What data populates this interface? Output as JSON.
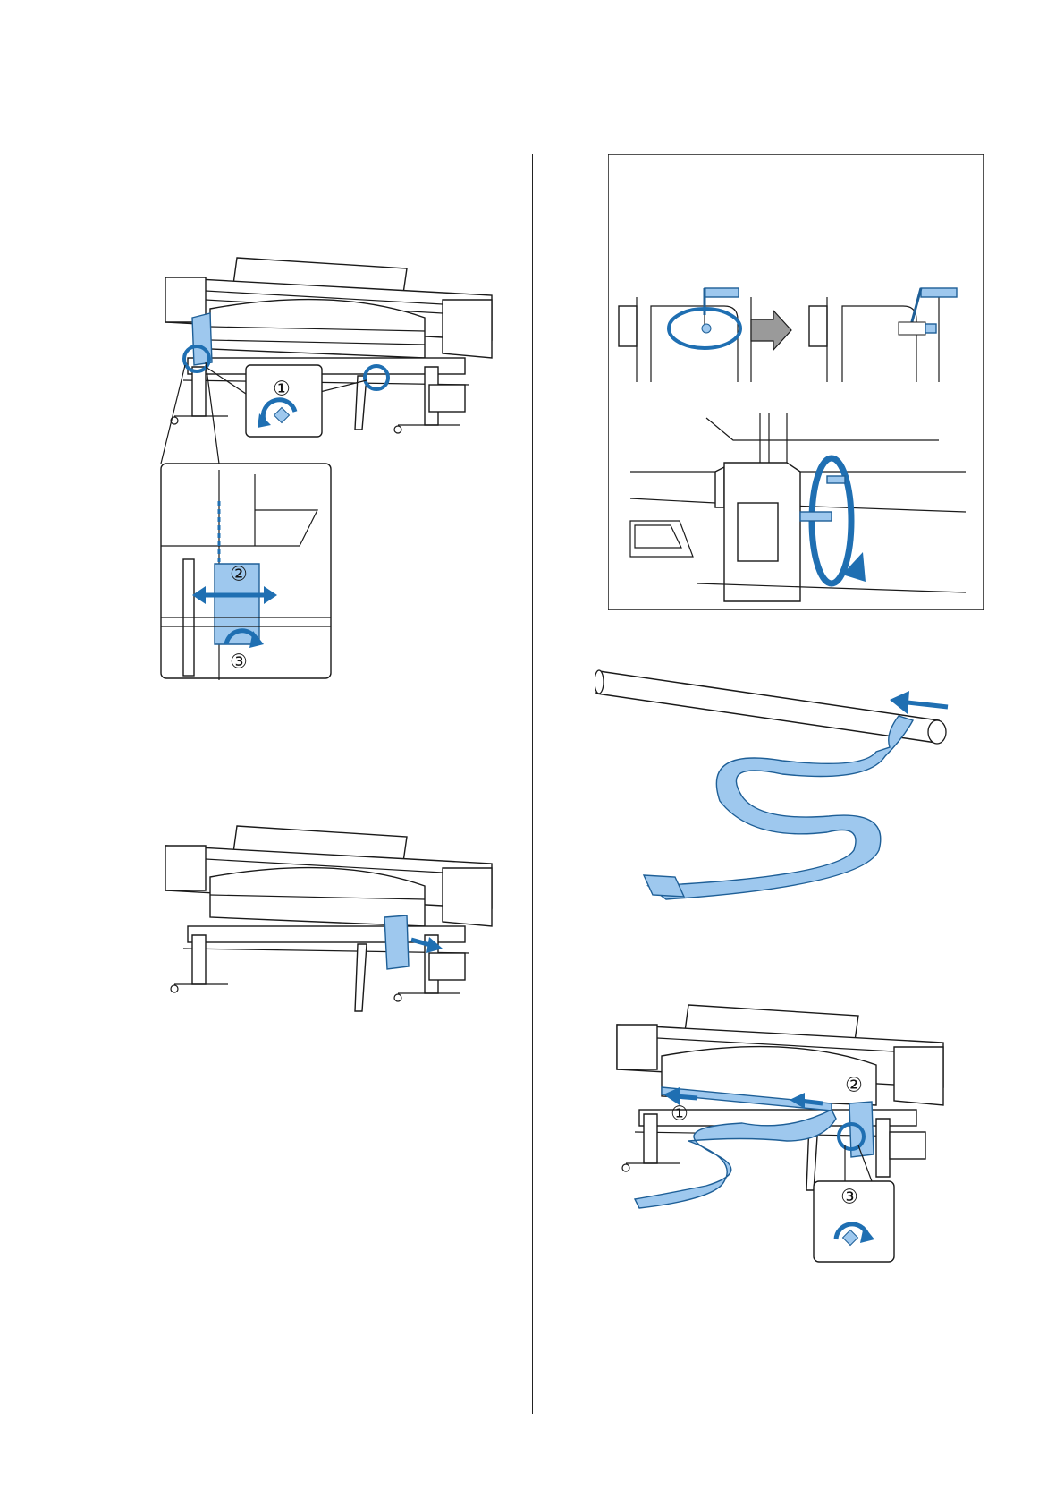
{
  "colors": {
    "accent": "#1f6fb2",
    "tint": "#9ec8ee",
    "arrow_grey": "#9a9a9a"
  },
  "figures": {
    "fig1": {
      "callout_1": "①",
      "callout_2": "②",
      "callout_3": "③"
    },
    "fig2": {},
    "fig3": {},
    "fig4": {},
    "fig5": {
      "callout_1": "①",
      "callout_2": "②",
      "callout_3": "③"
    }
  }
}
